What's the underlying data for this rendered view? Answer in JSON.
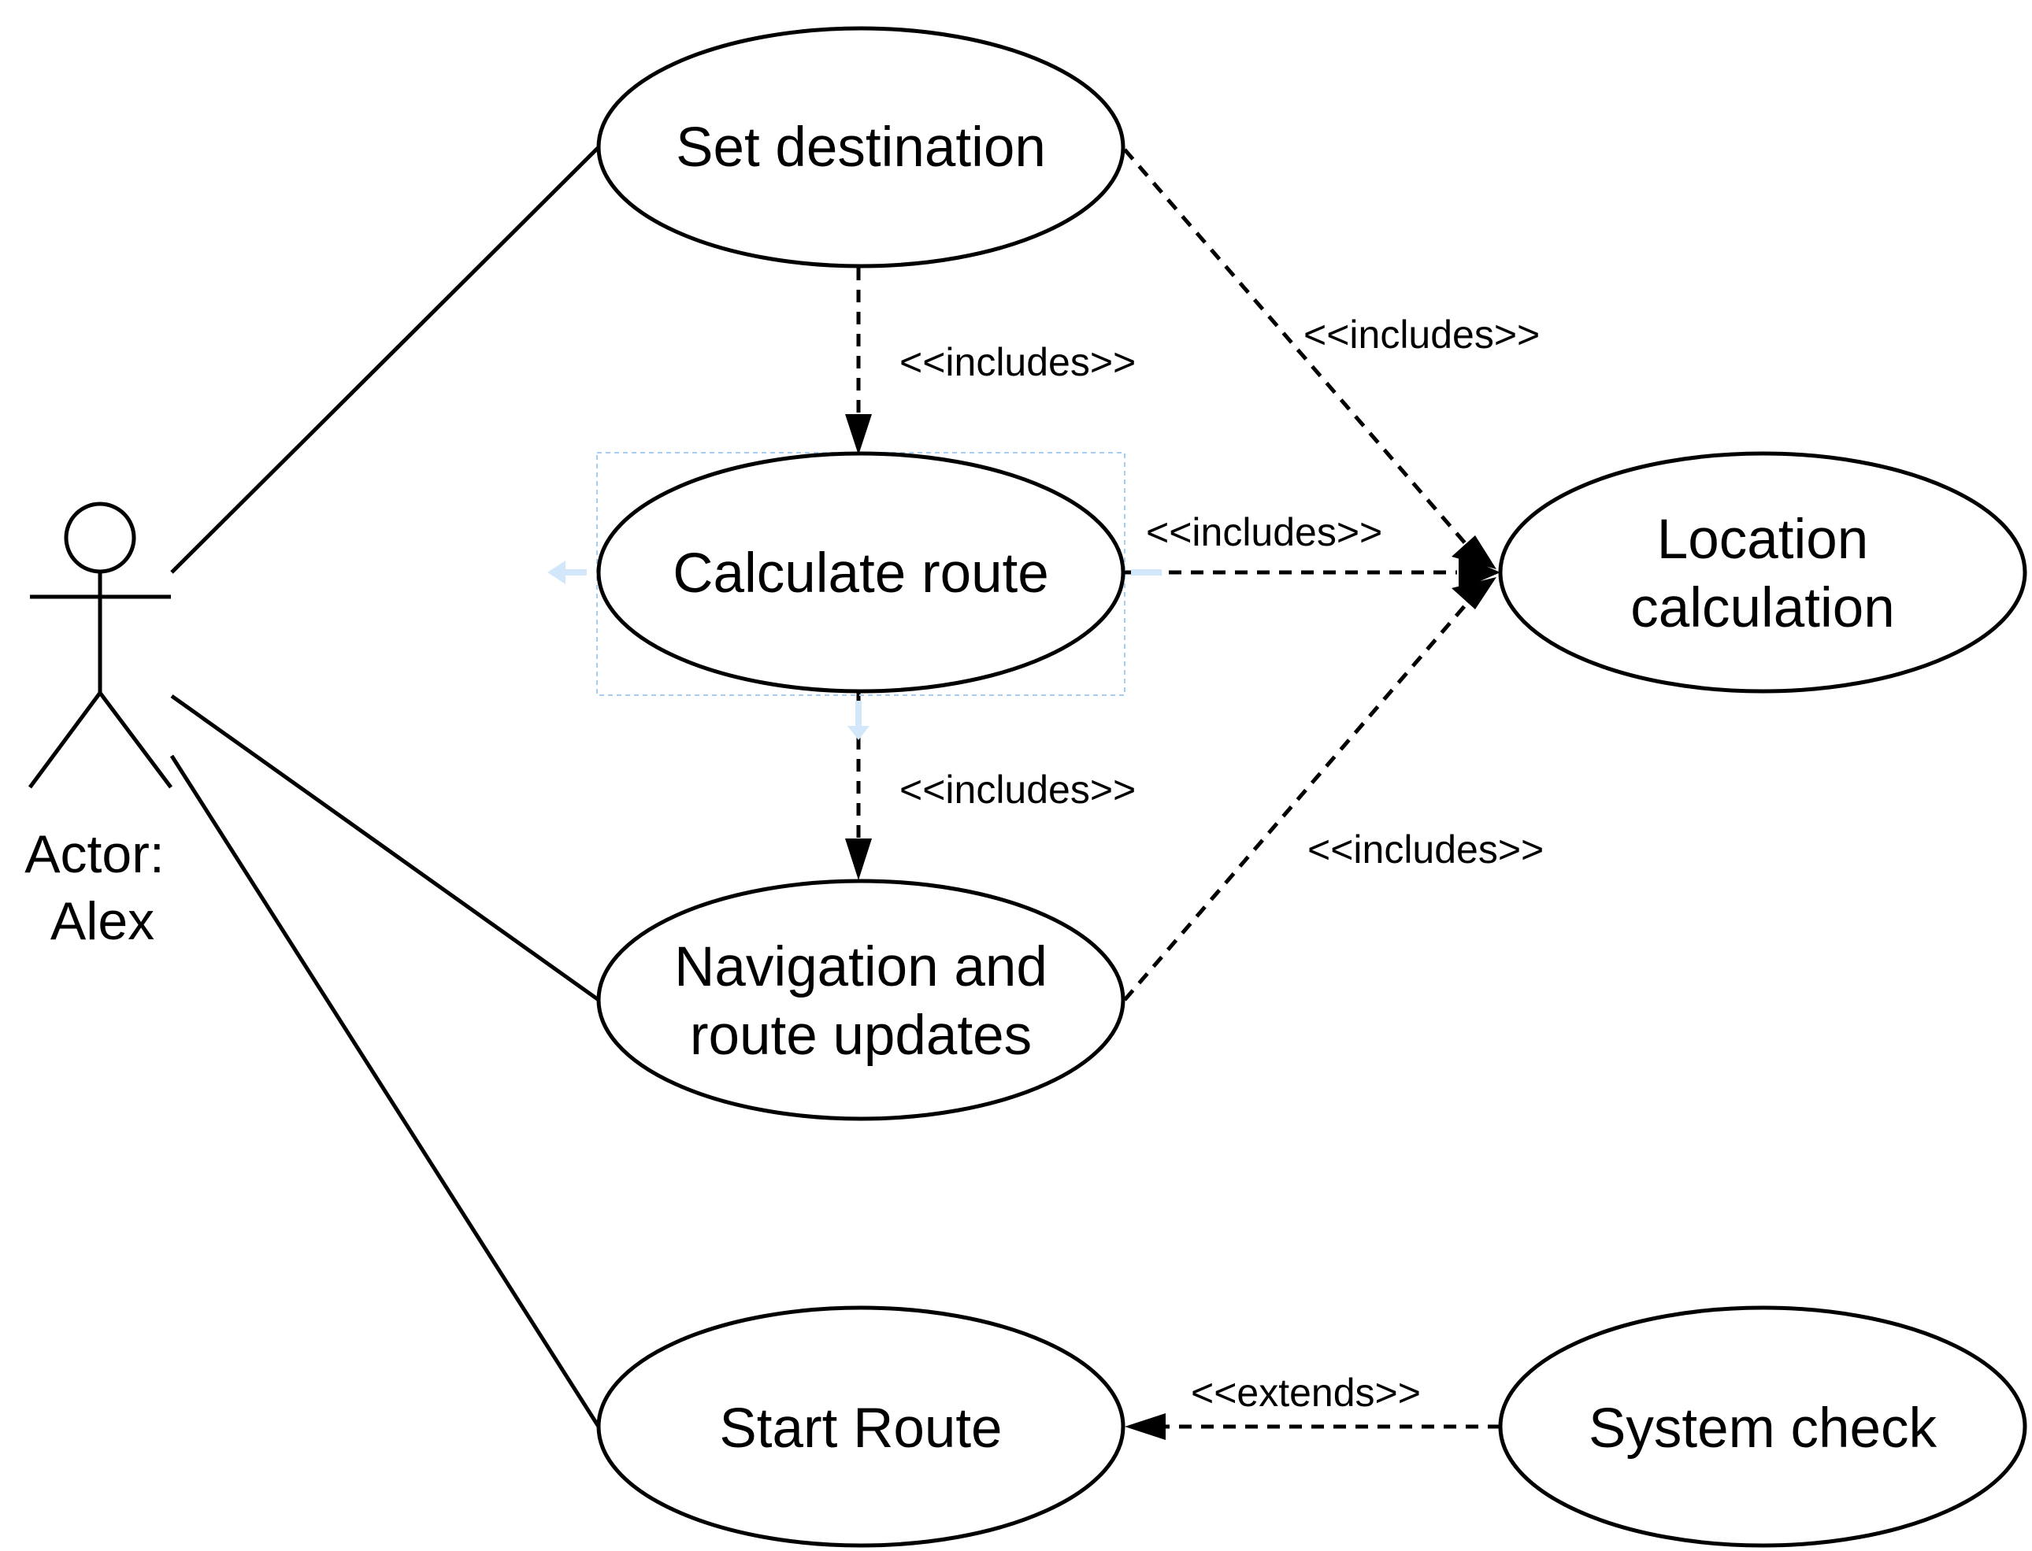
{
  "actor": {
    "label_line1": "Actor:",
    "label_line2": "Alex"
  },
  "use_cases": {
    "set_destination": "Set destination",
    "calculate_route": "Calculate route",
    "navigation_line1": "Navigation and",
    "navigation_line2": "route updates",
    "location_line1": "Location",
    "location_line2": "calculation",
    "start_route": "Start Route",
    "system_check": "System check"
  },
  "relations": {
    "includes_set_to_calc": "<<includes>>",
    "includes_set_to_location": "<<includes>>",
    "includes_calc_to_location": "<<includes>>",
    "includes_calc_to_nav": "<<includes>>",
    "includes_nav_to_location": "<<includes>>",
    "extends_check_to_start": "<<extends>>"
  },
  "colors": {
    "line": "#000000",
    "selection": "#a8cdf0"
  }
}
